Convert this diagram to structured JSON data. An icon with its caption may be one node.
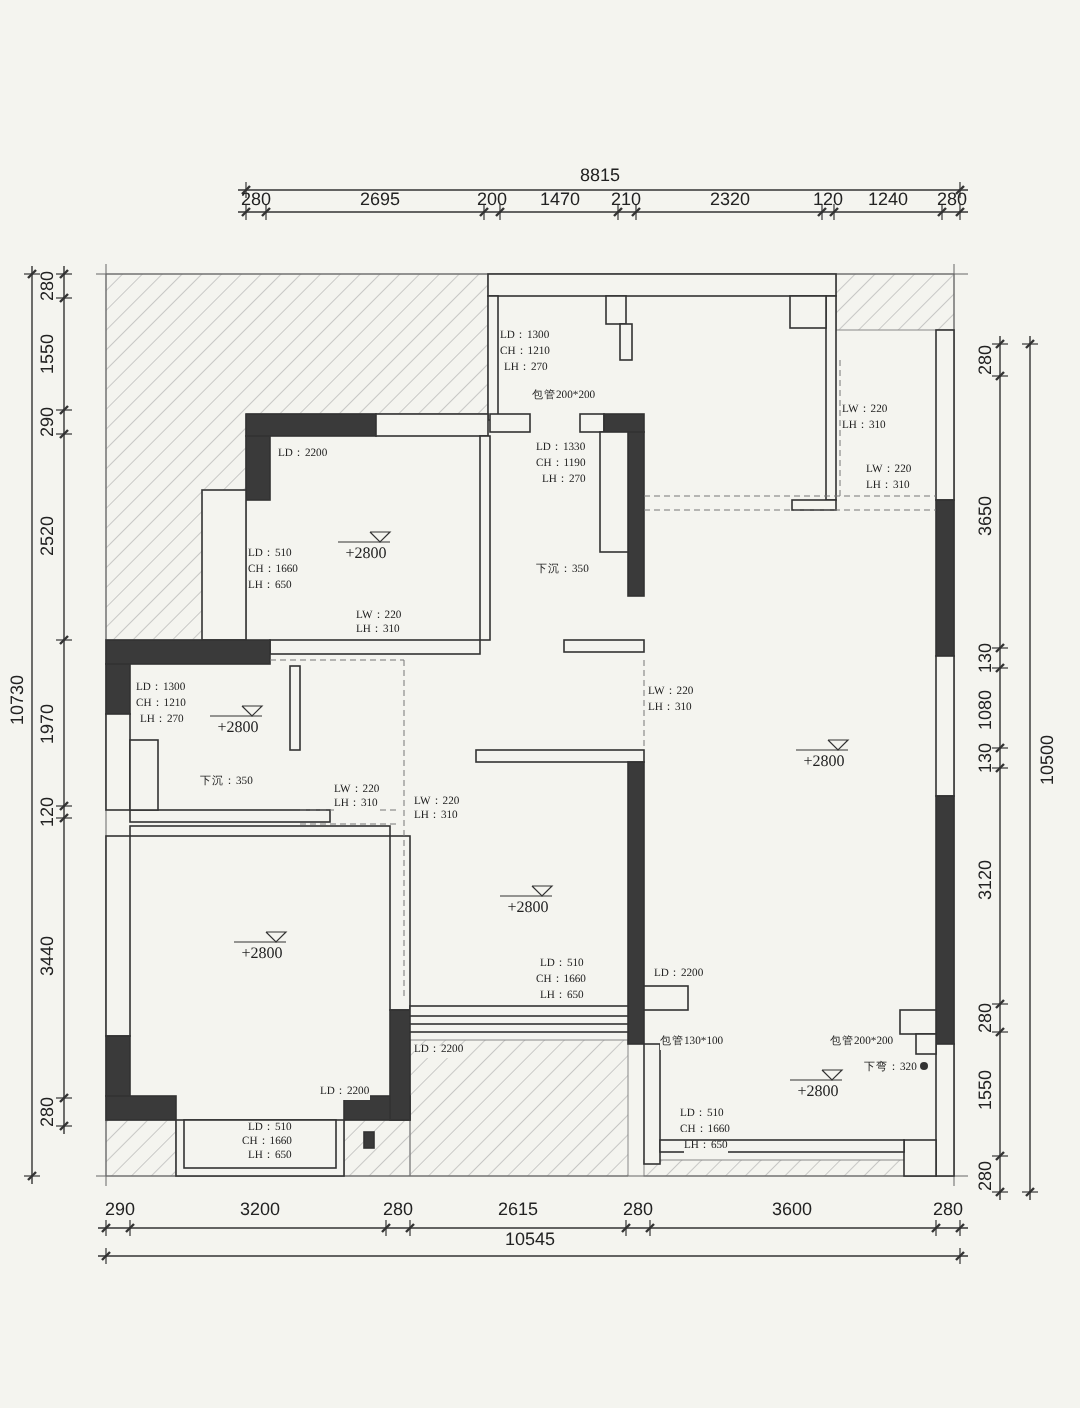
{
  "diagram": {
    "labels": [
      "8815",
      "280",
      "2695",
      "200",
      "1470",
      "210",
      "2320",
      "120",
      "1240",
      "280",
      "280",
      "1550",
      "290",
      "2520",
      "10730",
      "1970",
      "120",
      "3440",
      "280",
      "包管200*200",
      "LD：1300",
      "CH：1210",
      "LH：270",
      "280",
      "LW：220",
      "LH：310",
      "LD：1330",
      "CH：1190",
      "LH：270",
      "LD：2200",
      "LW：220",
      "LH：310",
      "3650",
      "+2800",
      "LD：510",
      "CH：1660",
      "LH：650",
      "下沉：350",
      "LW：220",
      "LH：310",
      "130",
      "LD：1300",
      "CH：1210",
      "LH：270",
      "LW：220",
      "LH：310",
      "1080",
      "+2800",
      "130",
      "10500",
      "+2800",
      "下沉：350",
      "LW：220",
      "LH：310",
      "LW：220",
      "LH：310",
      "3120",
      "+2800",
      "+2800",
      "LD：2200",
      "LD：510",
      "CH：1660",
      "LH：650",
      "280",
      "包管130*100",
      "包管200*200",
      "LD：2200",
      "下弯：320",
      "1550",
      "+2800",
      "LD：2200",
      "LD：510",
      "CH：1660",
      "LH：650",
      "LD：510",
      "CH：1660",
      "LH：650",
      "280",
      "290",
      "3200",
      "280",
      "2615",
      "280",
      "3600",
      "280",
      "10545"
    ]
  }
}
